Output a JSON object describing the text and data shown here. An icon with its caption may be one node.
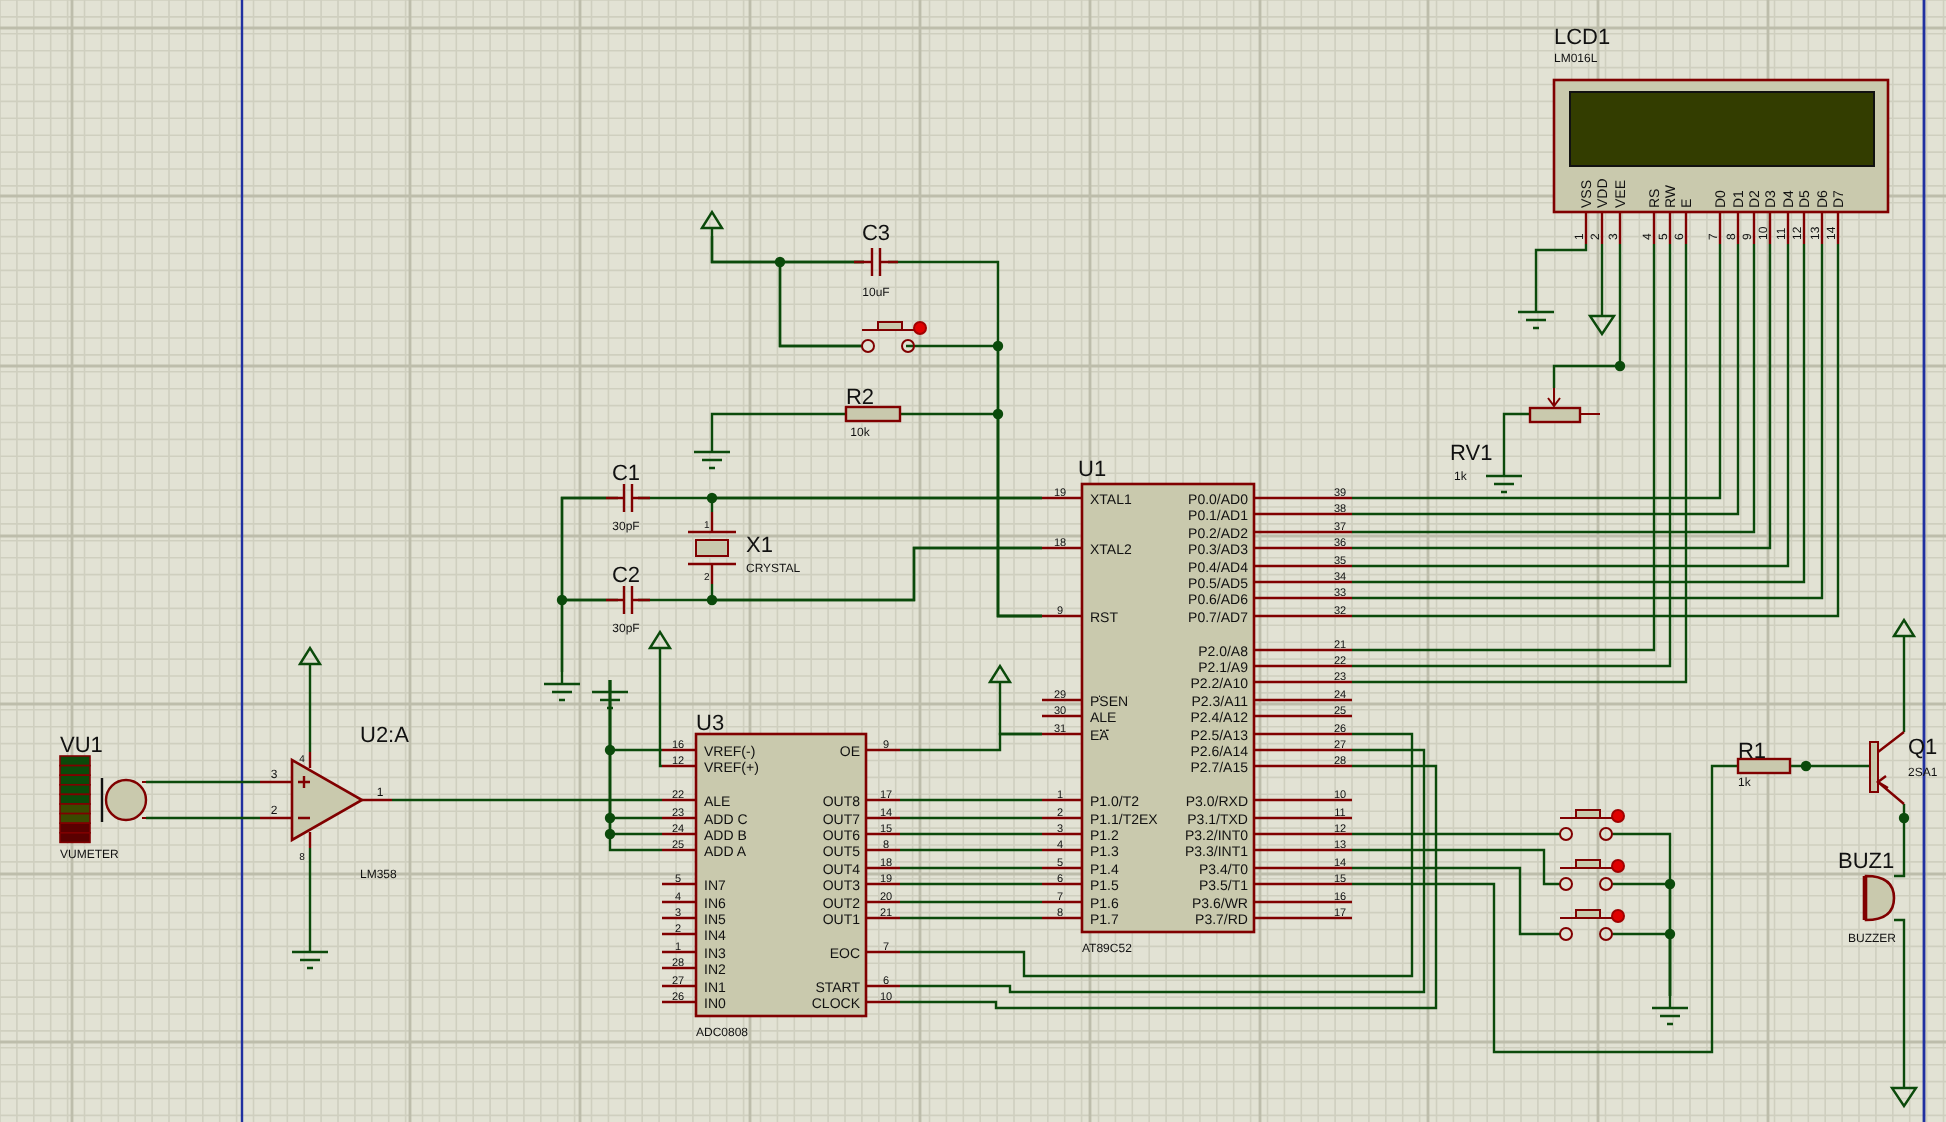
{
  "diagram": {
    "nodes": [
      {
        "text": [
          "LCD1",
          "LM016L",
          "VSS",
          "VDD",
          "VEE",
          "RS",
          "RW",
          "E",
          "D0",
          "D1",
          "D2",
          "D3",
          "D4",
          "D5",
          "D6",
          "D7",
          "1",
          "2",
          "3",
          "4",
          "5",
          "6",
          "7",
          "8",
          "9",
          "10",
          "11",
          "12",
          "13",
          "14"
        ]
      },
      {
        "text": [
          "C3",
          "10uF"
        ]
      },
      {
        "text": [],
        "shape": "button"
      },
      {
        "text": [
          "R2",
          "10k"
        ]
      },
      {
        "text": [
          "RV1",
          "1k"
        ]
      },
      {
        "text": [
          "C1",
          "30pF"
        ]
      },
      {
        "text": [
          "U1",
          "19",
          "XTAL1",
          "18",
          "XTAL2",
          "9",
          "RST",
          "29",
          "PSEN",
          "30",
          "ALE",
          "31",
          "EA",
          "1",
          "P1.0/T2",
          "2",
          "P1.1/T2EX",
          "3",
          "P1.2",
          "4",
          "P1.3",
          "5",
          "P1.4",
          "6",
          "P1.5",
          "7",
          "P1.6",
          "8",
          "P1.7",
          "P0.0/AD0",
          "39",
          "P0.1/AD1",
          "38",
          "P0.2/AD2",
          "37",
          "P0.3/AD3",
          "36",
          "P0.4/AD4",
          "35",
          "P0.5/AD5",
          "34",
          "P0.6/AD6",
          "33",
          "P0.7/AD7",
          "32",
          "P2.0/A8",
          "21",
          "P2.1/A9",
          "22",
          "P2.2/A10",
          "23",
          "P2.3/A11",
          "24",
          "P2.4/A12",
          "25",
          "P2.5/A13",
          "26",
          "P2.6/A14",
          "27",
          "P2.7/A15",
          "28",
          "P3.0/RXD",
          "10",
          "P3.1/TXD",
          "11",
          "P3.2/INT0",
          "12",
          "P3.3/INT1",
          "13",
          "P3.4/T0",
          "14",
          "P3.5/T1",
          "15",
          "P3.6/WR",
          "16",
          "P3.7/RD",
          "17",
          "AT89C52"
        ]
      },
      {
        "text": [
          "X1",
          "CRYSTAL",
          "1",
          "2"
        ]
      },
      {
        "text": [
          "C2",
          "30pF"
        ]
      },
      {
        "text": [
          "U2:A",
          "4",
          "3",
          "2",
          "1",
          "8",
          "LM358"
        ]
      },
      {
        "text": [
          "VU1",
          "VUMETER"
        ]
      },
      {
        "text": [
          "U3",
          "16",
          "VREF(-)",
          "12",
          "VREF(+)",
          "22",
          "ALE",
          "23",
          "ADD C",
          "24",
          "ADD B",
          "25",
          "ADD A",
          "5",
          "IN7",
          "4",
          "IN6",
          "3",
          "IN5",
          "2",
          "IN4",
          "1",
          "IN3",
          "28",
          "IN2",
          "27",
          "IN1",
          "26",
          "IN0",
          "OE",
          "9",
          "OUT8",
          "17",
          "OUT7",
          "14",
          "OUT6",
          "15",
          "OUT5",
          "8",
          "OUT4",
          "18",
          "OUT3",
          "19",
          "OUT2",
          "20",
          "OUT1",
          "21",
          "EOC",
          "7",
          "START",
          "6",
          "CLOCK",
          "10",
          "ADC0808"
        ]
      },
      {
        "text": [
          "R1",
          "1k"
        ]
      },
      {
        "text": [
          "Q1",
          "2SA1"
        ]
      },
      {
        "text": [],
        "shape": "button"
      },
      {
        "text": [],
        "shape": "button"
      },
      {
        "text": [],
        "shape": "button"
      },
      {
        "text": [
          "BUZ1",
          "BUZZER"
        ]
      },
      {
        "text": [],
        "shape": "triangle"
      },
      {
        "text": [],
        "shape": "ground"
      },
      {
        "text": [],
        "shape": "ground"
      },
      {
        "text": [],
        "shape": "triangle"
      },
      {
        "text": [],
        "shape": "ground"
      },
      {
        "text": [],
        "shape": "ground"
      },
      {
        "text": [],
        "shape": "triangle"
      },
      {
        "text": [],
        "shape": "ground"
      },
      {
        "text": [],
        "shape": "triangle"
      },
      {
        "text": [],
        "shape": "triangle"
      },
      {
        "text": [],
        "shape": "ground"
      },
      {
        "text": [],
        "shape": "ground"
      },
      {
        "text": [],
        "shape": "triangle"
      },
      {
        "text": [],
        "shape": "triangle"
      }
    ],
    "edges": [
      {
        "from": 1,
        "to": 6,
        "arrow": "none"
      },
      {
        "from": 1,
        "to": 2,
        "arrow": "none"
      },
      {
        "from": 2,
        "to": 6,
        "arrow": "none"
      },
      {
        "from": 3,
        "to": 6,
        "arrow": "none"
      },
      {
        "from": 5,
        "to": 6,
        "arrow": "none"
      },
      {
        "from": 7,
        "to": 6,
        "arrow": "none"
      },
      {
        "from": 8,
        "to": 6,
        "arrow": "none"
      },
      {
        "from": 7,
        "to": 6,
        "arrow": "none"
      },
      {
        "from": 5,
        "to": 8,
        "arrow": "none"
      },
      {
        "from": 10,
        "to": 9,
        "arrow": "none"
      },
      {
        "from": 10,
        "to": 9,
        "arrow": "none"
      },
      {
        "from": 9,
        "to": 11,
        "arrow": "none"
      },
      {
        "from": 11,
        "to": 6,
        "arrow": "none"
      },
      {
        "from": 11,
        "to": 6,
        "arrow": "none"
      },
      {
        "from": 11,
        "to": 6,
        "arrow": "none"
      },
      {
        "from": 11,
        "to": 6,
        "arrow": "none"
      },
      {
        "from": 11,
        "to": 6,
        "arrow": "none"
      },
      {
        "from": 11,
        "to": 6,
        "arrow": "none"
      },
      {
        "from": 11,
        "to": 6,
        "arrow": "none"
      },
      {
        "from": 11,
        "to": 6,
        "arrow": "none"
      },
      {
        "from": 11,
        "to": 6,
        "arrow": "none"
      },
      {
        "from": 11,
        "to": 6,
        "arrow": "none"
      },
      {
        "from": 11,
        "to": 6,
        "arrow": "none"
      },
      {
        "from": 6,
        "to": 0,
        "arrow": "none"
      },
      {
        "from": 6,
        "to": 0,
        "arrow": "none"
      },
      {
        "from": 6,
        "to": 0,
        "arrow": "none"
      },
      {
        "from": 6,
        "to": 0,
        "arrow": "none"
      },
      {
        "from": 6,
        "to": 0,
        "arrow": "none"
      },
      {
        "from": 6,
        "to": 0,
        "arrow": "none"
      },
      {
        "from": 6,
        "to": 0,
        "arrow": "none"
      },
      {
        "from": 6,
        "to": 0,
        "arrow": "none"
      },
      {
        "from": 6,
        "to": 0,
        "arrow": "none"
      },
      {
        "from": 6,
        "to": 0,
        "arrow": "none"
      },
      {
        "from": 6,
        "to": 0,
        "arrow": "none"
      },
      {
        "from": 0,
        "to": 4,
        "arrow": "none"
      },
      {
        "from": 6,
        "to": 14,
        "arrow": "none"
      },
      {
        "from": 6,
        "to": 15,
        "arrow": "none"
      },
      {
        "from": 6,
        "to": 16,
        "arrow": "none"
      },
      {
        "from": 6,
        "to": 12,
        "arrow": "none"
      },
      {
        "from": 12,
        "to": 13,
        "arrow": "none"
      },
      {
        "from": 13,
        "to": 17,
        "arrow": "none"
      },
      {
        "from": 18,
        "to": 1,
        "arrow": "none"
      },
      {
        "from": 18,
        "to": 2,
        "arrow": "none"
      },
      {
        "from": 19,
        "to": 3,
        "arrow": "none"
      },
      {
        "from": 5,
        "to": 23,
        "arrow": "none"
      },
      {
        "from": 8,
        "to": 23,
        "arrow": "none"
      },
      {
        "from": 24,
        "to": 11,
        "arrow": "none"
      },
      {
        "from": 25,
        "to": 11,
        "arrow": "none"
      },
      {
        "from": 25,
        "to": 11,
        "arrow": "none"
      },
      {
        "from": 25,
        "to": 11,
        "arrow": "none"
      },
      {
        "from": 25,
        "to": 11,
        "arrow": "none"
      },
      {
        "from": 26,
        "to": 6,
        "arrow": "none"
      },
      {
        "from": 11,
        "to": 6,
        "arrow": "none"
      },
      {
        "from": 0,
        "to": 20,
        "arrow": "none"
      },
      {
        "from": 0,
        "to": 21,
        "arrow": "none"
      },
      {
        "from": 4,
        "to": 22,
        "arrow": "none"
      },
      {
        "from": 14,
        "to": 29,
        "arrow": "none"
      },
      {
        "from": 15,
        "to": 29,
        "arrow": "none"
      },
      {
        "from": 16,
        "to": 29,
        "arrow": "none"
      },
      {
        "from": 13,
        "to": 30,
        "arrow": "none"
      },
      {
        "from": 17,
        "to": 31,
        "arrow": "none"
      },
      {
        "from": 27,
        "to": 9,
        "arrow": "none"
      },
      {
        "from": 9,
        "to": 28,
        "arrow": "none"
      }
    ]
  }
}
